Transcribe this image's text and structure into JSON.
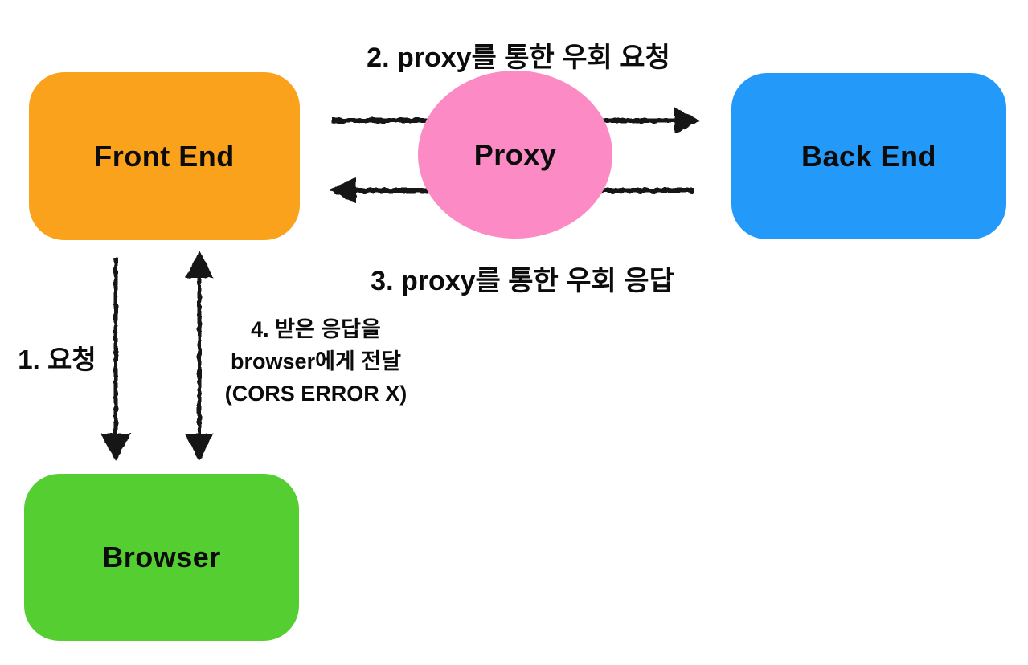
{
  "diagram": {
    "nodes": {
      "front_end": {
        "label": "Front End",
        "color": "#FAA21C"
      },
      "proxy": {
        "label": "Proxy",
        "color": "#FB8AC5"
      },
      "back_end": {
        "label": "Back End",
        "color": "#2399FA"
      },
      "browser": {
        "label": "Browser",
        "color": "#55CE32"
      }
    },
    "labels": {
      "step1": "1. 요청",
      "step2": "2. proxy를 통한 우회 요청",
      "step3": "3. proxy를 통한 우회 응답",
      "step4_line1": "4. 받은 응답을",
      "step4_line2": "browser에게 전달",
      "step4_line3": "(CORS ERROR X)"
    },
    "arrow_color": "#151515",
    "background_color": "#ffffff"
  }
}
